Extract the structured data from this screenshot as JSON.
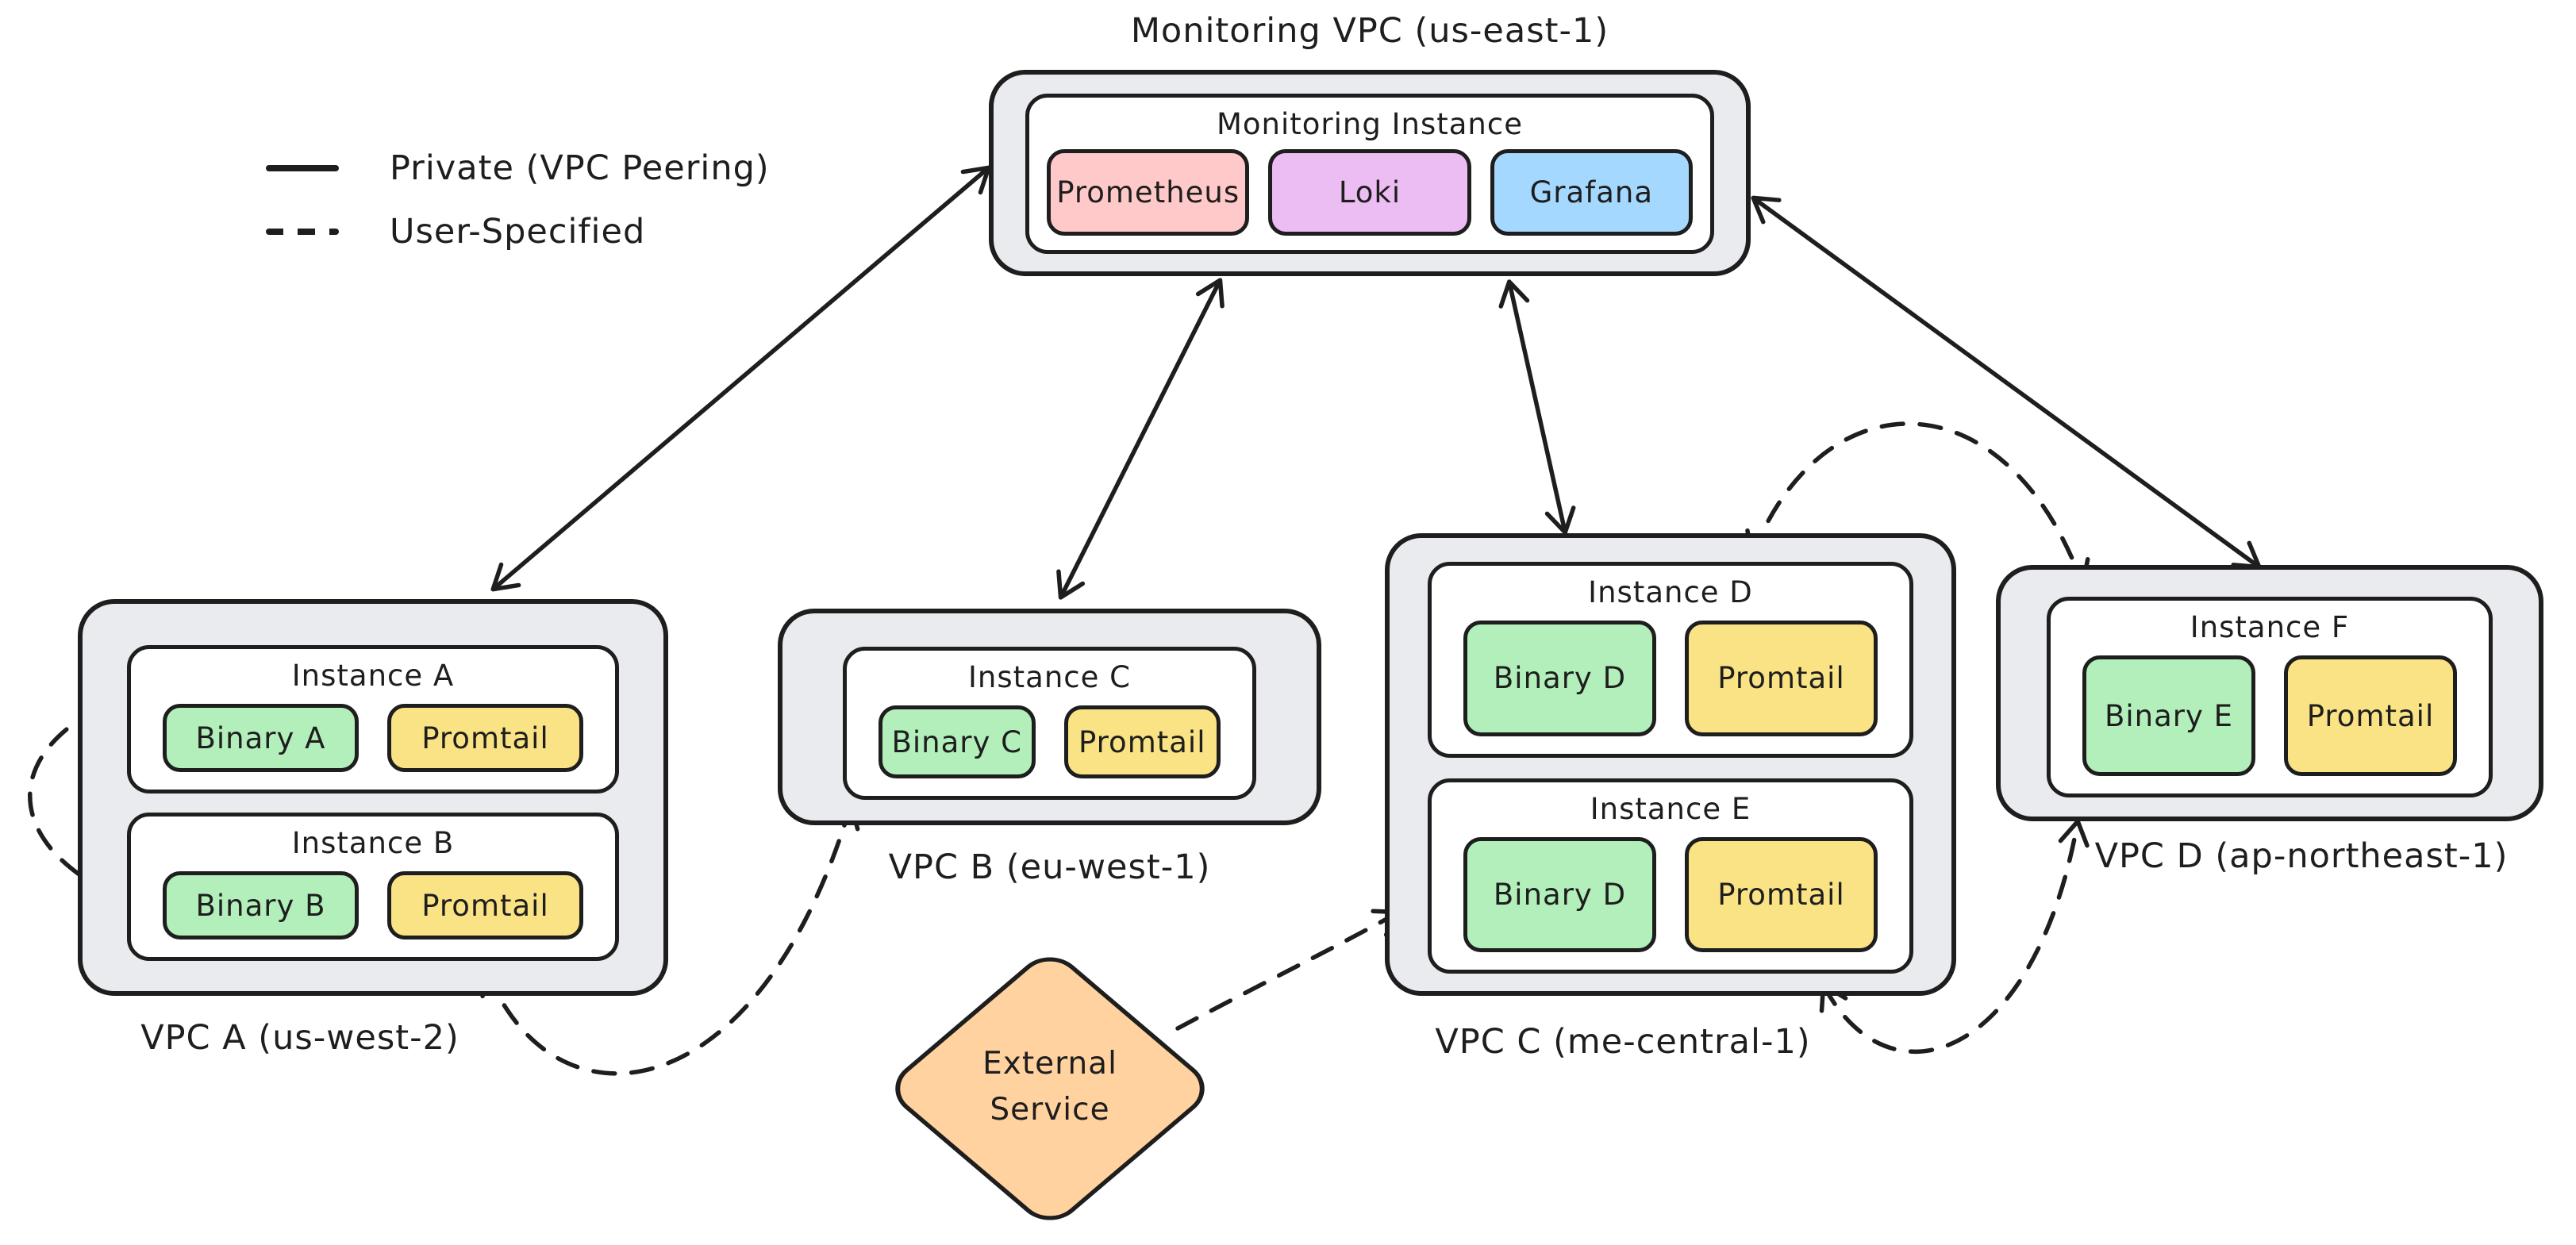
{
  "legend": {
    "items": [
      {
        "label": "Private (VPC Peering)",
        "style": "solid"
      },
      {
        "label": "User-Specified",
        "style": "dashed"
      }
    ]
  },
  "monitoring_vpc": {
    "label": "Monitoring VPC (us-east-1)",
    "instance": {
      "label": "Monitoring Instance",
      "services": [
        {
          "label": "Prometheus",
          "color": "#ffc9c9"
        },
        {
          "label": "Loki",
          "color": "#ecbdf2"
        },
        {
          "label": "Grafana",
          "color": "#a5d8ff"
        }
      ]
    }
  },
  "vpcs": [
    {
      "id": "vpc-a",
      "label": "VPC A (us-west-2)",
      "instances": [
        {
          "label": "Instance A",
          "binary": "Binary A",
          "agent": "Promtail"
        },
        {
          "label": "Instance B",
          "binary": "Binary B",
          "agent": "Promtail"
        }
      ]
    },
    {
      "id": "vpc-b",
      "label": "VPC B (eu-west-1)",
      "instances": [
        {
          "label": "Instance C",
          "binary": "Binary C",
          "agent": "Promtail"
        }
      ]
    },
    {
      "id": "vpc-c",
      "label": "VPC C (me-central-1)",
      "instances": [
        {
          "label": "Instance D",
          "binary": "Binary D",
          "agent": "Promtail"
        },
        {
          "label": "Instance E",
          "binary": "Binary D",
          "agent": "Promtail"
        }
      ]
    },
    {
      "id": "vpc-d",
      "label": "VPC D (ap-northeast-1)",
      "instances": [
        {
          "label": "Instance F",
          "binary": "Binary E",
          "agent": "Promtail"
        }
      ]
    }
  ],
  "external_service": {
    "label_line1": "External",
    "label_line2": "Service",
    "color": "#ffd2a0"
  },
  "connections": [
    {
      "from": "Monitoring Instance",
      "to": "VPC A",
      "style": "private-vpc-peering",
      "arrows": "both"
    },
    {
      "from": "Monitoring Instance",
      "to": "VPC B",
      "style": "private-vpc-peering",
      "arrows": "both"
    },
    {
      "from": "Monitoring Instance",
      "to": "VPC C",
      "style": "private-vpc-peering",
      "arrows": "both"
    },
    {
      "from": "Monitoring Instance",
      "to": "VPC D",
      "style": "private-vpc-peering",
      "arrows": "both"
    },
    {
      "from": "Instance A",
      "to": "Instance B",
      "style": "user-specified",
      "arrows": "both"
    },
    {
      "from": "Instance B",
      "to": "VPC B",
      "style": "user-specified",
      "arrows": "both"
    },
    {
      "from": "External Service",
      "to": "Instance E",
      "style": "user-specified",
      "arrows": "end"
    },
    {
      "from": "Instance E",
      "to": "VPC D",
      "style": "user-specified",
      "arrows": "both"
    },
    {
      "from": "VPC C",
      "to": "VPC D",
      "style": "user-specified",
      "arrows": "both"
    }
  ],
  "colors": {
    "stroke": "#1e1e1e",
    "vpc_fill": "#e9ebee",
    "instance_fill": "#ffffff",
    "binary_green": "#b2efbb",
    "promtail_yellow": "#fae384",
    "prometheus_pink": "#ffc9c9",
    "loki_purple": "#ecbdf2",
    "grafana_blue": "#a5d8ff",
    "external_orange": "#ffd2a0"
  }
}
